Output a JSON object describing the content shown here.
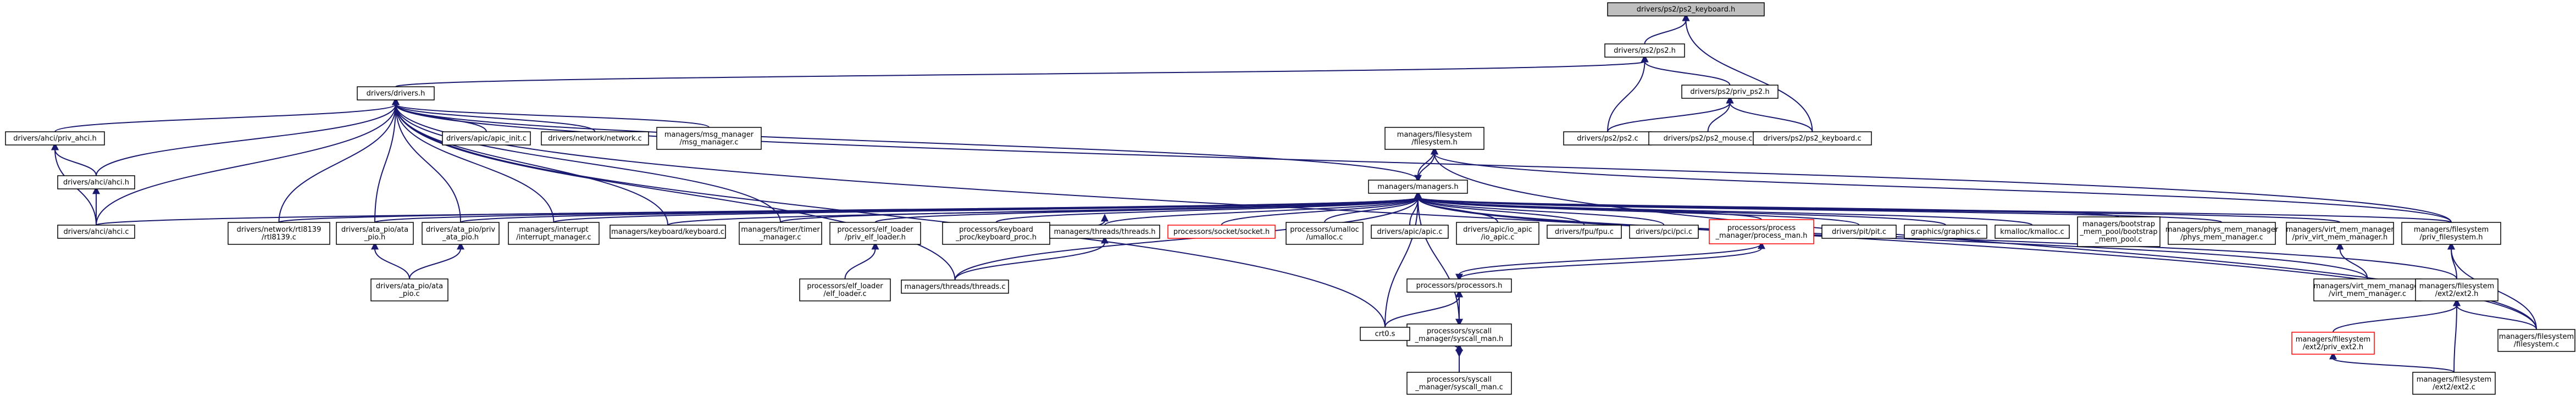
{
  "colors": {
    "edge": "#191970",
    "node_border": "#000000",
    "missing_border": "#ff0000",
    "root_fill": "#bfbfbf",
    "node_fill": "#ffffff"
  },
  "nodes": [
    {
      "id": "kbh",
      "lines": [
        "drivers/ps2/ps2_keyboard.h"
      ],
      "style": "root"
    },
    {
      "id": "ps2h",
      "lines": [
        "drivers/ps2/ps2.h"
      ]
    },
    {
      "id": "privps2h",
      "lines": [
        "drivers/ps2/priv_ps2.h"
      ]
    },
    {
      "id": "ps2c",
      "lines": [
        "drivers/ps2/ps2.c"
      ]
    },
    {
      "id": "mousec",
      "lines": [
        "drivers/ps2/ps2_mouse.c"
      ]
    },
    {
      "id": "kbc",
      "lines": [
        "drivers/ps2/ps2_keyboard.c"
      ]
    },
    {
      "id": "driversh",
      "lines": [
        "drivers/drivers.h"
      ]
    },
    {
      "id": "ahciprivh",
      "lines": [
        "drivers/ahci/priv_ahci.h"
      ]
    },
    {
      "id": "ahcih",
      "lines": [
        "drivers/ahci/ahci.h"
      ]
    },
    {
      "id": "ahcic",
      "lines": [
        "drivers/ahci/ahci.c"
      ]
    },
    {
      "id": "apicinitc",
      "lines": [
        "drivers/apic/apic_init.c"
      ]
    },
    {
      "id": "networkc",
      "lines": [
        "drivers/network/network.c"
      ]
    },
    {
      "id": "msgmgr",
      "lines": [
        "managers/msg_manager",
        "/msg_manager.c"
      ]
    },
    {
      "id": "fsh",
      "lines": [
        "managers/filesystem",
        "/filesystem.h"
      ]
    },
    {
      "id": "managersh",
      "lines": [
        "managers/managers.h"
      ]
    },
    {
      "id": "rtl",
      "lines": [
        "drivers/network/rtl8139",
        "/rtl8139.c"
      ]
    },
    {
      "id": "atapio",
      "lines": [
        "drivers/ata_pio/ata",
        "_pio.h"
      ]
    },
    {
      "id": "atapriv",
      "lines": [
        "drivers/ata_pio/priv",
        "_ata_pio.h"
      ]
    },
    {
      "id": "atapioc",
      "lines": [
        "drivers/ata_pio/ata",
        "_pio.c"
      ]
    },
    {
      "id": "intmgr",
      "lines": [
        "managers/interrupt",
        "/interrupt_manager.c"
      ]
    },
    {
      "id": "kbdc",
      "lines": [
        "managers/keyboard/keyboard.c"
      ]
    },
    {
      "id": "timer",
      "lines": [
        "managers/timer/timer",
        "_manager.c"
      ]
    },
    {
      "id": "elfpriv",
      "lines": [
        "processors/elf_loader",
        "/priv_elf_loader.h"
      ]
    },
    {
      "id": "elfc",
      "lines": [
        "processors/elf_loader",
        "/elf_loader.c"
      ]
    },
    {
      "id": "kbproc",
      "lines": [
        "processors/keyboard",
        "_proc/keyboard_proc.h"
      ]
    },
    {
      "id": "threadsh",
      "lines": [
        "managers/threads/threads.h"
      ]
    },
    {
      "id": "threadsc",
      "lines": [
        "managers/threads/threads.c"
      ]
    },
    {
      "id": "socketh",
      "lines": [
        "processors/socket/socket.h"
      ],
      "style": "missing"
    },
    {
      "id": "umalloc",
      "lines": [
        "processors/umalloc",
        "/umalloc.c"
      ]
    },
    {
      "id": "apicc",
      "lines": [
        "drivers/apic/apic.c"
      ]
    },
    {
      "id": "ioapic",
      "lines": [
        "drivers/apic/io_apic",
        "/io_apic.c"
      ]
    },
    {
      "id": "fpu",
      "lines": [
        "drivers/fpu/fpu.c"
      ]
    },
    {
      "id": "pci",
      "lines": [
        "drivers/pci/pci.c"
      ]
    },
    {
      "id": "procmgr",
      "lines": [
        "processors/process",
        "_manager/process_man.h"
      ],
      "style": "missing"
    },
    {
      "id": "pit",
      "lines": [
        "drivers/pit/pit.c"
      ]
    },
    {
      "id": "graphics",
      "lines": [
        "graphics/graphics.c"
      ]
    },
    {
      "id": "kmalloc",
      "lines": [
        "kmalloc/kmalloc.c"
      ]
    },
    {
      "id": "bootstrap",
      "lines": [
        "managers/bootstrap",
        "_mem_pool/bootstrap",
        "_mem_pool.c"
      ]
    },
    {
      "id": "physmem",
      "lines": [
        "managers/phys_mem_manager",
        "/phys_mem_manager.c"
      ]
    },
    {
      "id": "virtpriv",
      "lines": [
        "managers/virt_mem_manager",
        "/priv_virt_mem_manager.h"
      ]
    },
    {
      "id": "virtc",
      "lines": [
        "managers/virt_mem_manager",
        "/virt_mem_manager.c"
      ]
    },
    {
      "id": "fsprivh",
      "lines": [
        "managers/filesystem",
        "/priv_filesystem.h"
      ]
    },
    {
      "id": "ext2h",
      "lines": [
        "managers/filesystem",
        "/ext2/ext2.h"
      ]
    },
    {
      "id": "ext2priv",
      "lines": [
        "managers/filesystem",
        "/ext2/priv_ext2.h"
      ],
      "style": "missing"
    },
    {
      "id": "ext2c",
      "lines": [
        "managers/filesystem",
        "/ext2/ext2.c"
      ]
    },
    {
      "id": "fsc",
      "lines": [
        "managers/filesystem",
        "/filesystem.c"
      ]
    },
    {
      "id": "processorsh",
      "lines": [
        "processors/processors.h"
      ]
    },
    {
      "id": "syscallh",
      "lines": [
        "processors/syscall",
        "_manager/syscall_man.h"
      ]
    },
    {
      "id": "syscallc",
      "lines": [
        "processors/syscall",
        "_manager/syscall_man.c"
      ]
    },
    {
      "id": "crt0",
      "lines": [
        "crt0.s"
      ]
    }
  ]
}
